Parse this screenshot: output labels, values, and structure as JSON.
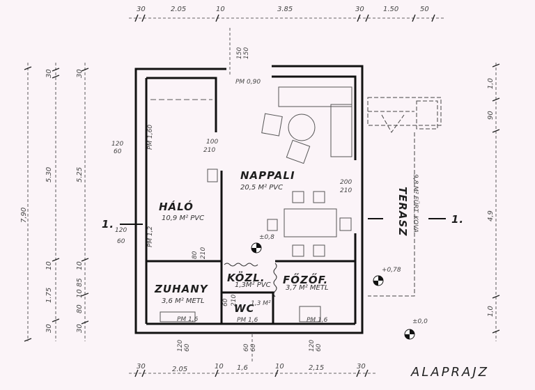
{
  "plan": {
    "title": "ALAPRAJZ",
    "section_marker": "1.",
    "rooms": {
      "nappali": {
        "name": "NAPPALI",
        "area": "20,5 M² PVC"
      },
      "halo": {
        "name": "HÁLÓ",
        "area": "10,9 M² PVC"
      },
      "kozl": {
        "name": "KÖZL.",
        "area": "1,3M² PVC"
      },
      "fozof": {
        "name": "FŐZŐF.",
        "area": "3,7 M² METL"
      },
      "zuhany": {
        "name": "ZUHANY",
        "area": "3,6 M² METL"
      },
      "wc": {
        "name": "WC",
        "area": "1,3 M²"
      },
      "terasz": {
        "name": "TERASZ",
        "area": "9,8 M² FÜRT. KOVA"
      }
    },
    "top_dims": [
      "30",
      "2.05",
      "10",
      "3.85",
      "30",
      "1.50",
      "50"
    ],
    "bottom_dims": [
      "30",
      "2.05",
      "10",
      "1,6",
      "10",
      "2,15",
      "30"
    ],
    "left_dims": {
      "overall": "7,90",
      "col2": [
        "30",
        "5.30",
        "10",
        "1.75",
        "30"
      ],
      "col3": [
        "30",
        "5.25",
        "10",
        "85",
        "10",
        "80",
        "30"
      ]
    },
    "right_dims": [
      "1,0",
      "90",
      "4,9",
      "1,0"
    ],
    "openings": {
      "top_door": [
        "150",
        "150"
      ],
      "top_parapet": "PM 0,90",
      "halo_door": [
        "100",
        "210"
      ],
      "left_window": [
        "120",
        "60"
      ],
      "left_window_lower": [
        "120",
        "60"
      ],
      "halo_side": "PM 1,60",
      "halo_side2": "PM 1,2",
      "bath_door": [
        "80",
        "210"
      ],
      "wc_door": [
        "60",
        "210"
      ],
      "terrace_door": [
        "200",
        "210"
      ],
      "bottom_windows": [
        [
          "120",
          "60"
        ],
        [
          "60",
          "60"
        ],
        [
          "120",
          "60"
        ]
      ],
      "zuhany_pm": "PM 1,6",
      "wc_pm": "PM 1,6",
      "fozof_pm": "PM 1,6"
    },
    "levels": {
      "nappali": "±0,8",
      "terasz": "+0,78",
      "ground": "±0,0"
    }
  }
}
